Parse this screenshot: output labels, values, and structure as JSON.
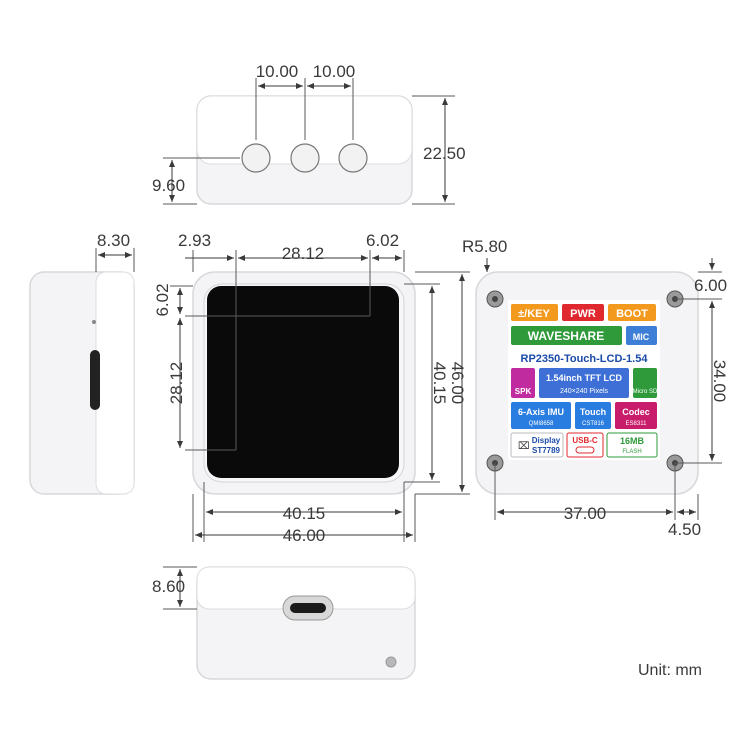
{
  "dimensions": {
    "top_button_pitch_1": "10.00",
    "top_button_pitch_2": "10.00",
    "top_height": "22.50",
    "top_button_center": "9.60",
    "side_depth": "8.30",
    "screen_left_margin": "2.93",
    "screen_width_top": "28.12",
    "screen_right_margin": "6.02",
    "screen_top_margin": "6.02",
    "screen_height_left": "28.12",
    "inner_height": "40.15",
    "outer_height": "46.00",
    "inner_width": "40.15",
    "outer_width": "46.00",
    "corner_radius": "R5.80",
    "hole_top_offset": "6.00",
    "hole_vertical_pitch": "34.00",
    "hole_horizontal_pitch": "37.00",
    "hole_side_offset": "4.50",
    "bottom_depth": "8.60"
  },
  "unit_note": "Unit: mm",
  "back_label": {
    "key": "±/KEY",
    "pwr": "PWR",
    "boot": "BOOT",
    "brand": "WAVESHARE",
    "mic": "MIC",
    "model": "RP2350-Touch-LCD-1.54",
    "spk": "SPK",
    "lcd_title": "1.54inch TFT LCD",
    "lcd_sub": "240×240 Pixels",
    "micro_sd": "Micro SD",
    "imu": "6-Axis IMU",
    "imu_chip": "QMI8658",
    "touch": "Touch",
    "touch_chip": "CST816",
    "codec": "Codec",
    "codec_chip": "ES8311",
    "display": "Display",
    "display_chip": "ST7789",
    "usbc": "USB-C",
    "flash": "16MB",
    "flash_sub": "FLASH"
  },
  "colors": {
    "case": "#f4f4f6",
    "screen": "#0a0a0a",
    "key_badge": "#f39a1e",
    "pwr_badge": "#e0282f",
    "boot_badge": "#f39a1e",
    "brand_badge": "#2f9a3a",
    "mic_badge": "#3d7fd6",
    "model_text": "#1a4aa8",
    "spk_badge": "#c02ba0",
    "lcd_badge": "#3d6fd6",
    "sd_badge": "#2f9a3a",
    "imu_badge": "#2a7de0",
    "touch_badge": "#2a7de0",
    "codec_badge": "#c81d6a",
    "usbc_badge": "#e0282f",
    "flash_badge": "#2f9a3a"
  }
}
